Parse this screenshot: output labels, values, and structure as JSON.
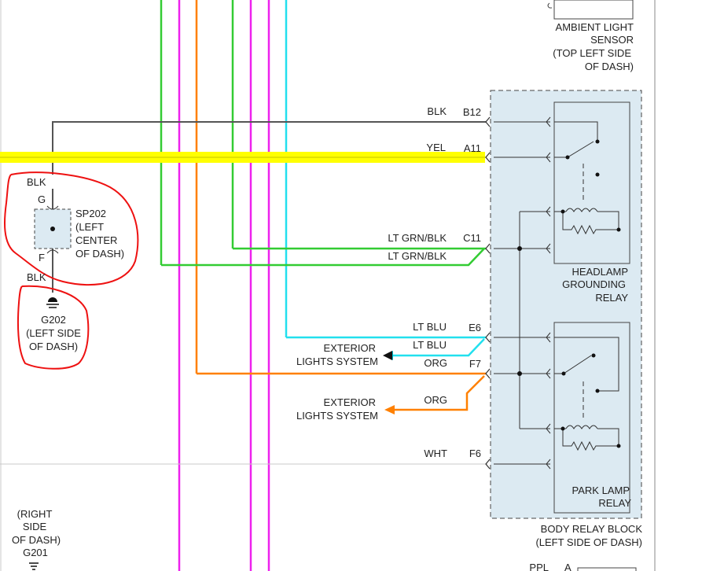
{
  "colors": {
    "blk": "#555555",
    "yel": "#ffff00",
    "grn": "#33cc33",
    "mag": "#ee22ee",
    "org": "#ff8000",
    "cyan": "#22e0ee",
    "cyan_arrow": "#00b8c8",
    "relay_block_fill": "#dceaf2",
    "annotation_red": "#ee1111",
    "border_gray": "#c8c8c8"
  },
  "ambient_sensor": {
    "lines": [
      "AMBIENT LIGHT",
      "SENSOR",
      "(TOP LEFT SIDE",
      "OF DASH)"
    ]
  },
  "splice": {
    "top_wire": "BLK",
    "top_pin": "G",
    "name": "SP202",
    "loc": [
      "(LEFT",
      "CENTER",
      "OF DASH)"
    ],
    "bottom_pin": "F",
    "bottom_wire": "BLK"
  },
  "ground_g202": {
    "name": "G202",
    "loc": [
      "(LEFT SIDE",
      "OF DASH)"
    ]
  },
  "ground_g201": {
    "loc": [
      "(RIGHT",
      "SIDE",
      "OF DASH)"
    ],
    "name": "G201"
  },
  "wires": [
    {
      "color": "BLK",
      "pin": "B12"
    },
    {
      "color": "YEL",
      "pin": "A11"
    },
    {
      "color": "LT GRN/BLK",
      "pin": "C11"
    },
    {
      "color": "LT GRN/BLK",
      "pin": ""
    },
    {
      "color": "LT BLU",
      "pin": "E6"
    },
    {
      "color": "LT BLU",
      "pin": ""
    },
    {
      "color": "ORG",
      "pin": "F7"
    },
    {
      "color": "ORG",
      "pin": ""
    },
    {
      "color": "WHT",
      "pin": "F6"
    }
  ],
  "exterior_1": {
    "lines": [
      "EXTERIOR",
      "LIGHTS SYSTEM"
    ]
  },
  "exterior_2": {
    "lines": [
      "EXTERIOR",
      "LIGHTS SYSTEM"
    ]
  },
  "headlamp_relay": {
    "lines": [
      "HEADLAMP",
      "GROUNDING",
      "RELAY"
    ]
  },
  "park_relay": {
    "lines": [
      "PARK LAMP",
      "RELAY"
    ]
  },
  "relay_block": {
    "lines": [
      "BODY RELAY BLOCK",
      "(LEFT SIDE OF DASH)"
    ]
  },
  "bottom_partial": {
    "wire": "PPL",
    "pin": "A"
  }
}
